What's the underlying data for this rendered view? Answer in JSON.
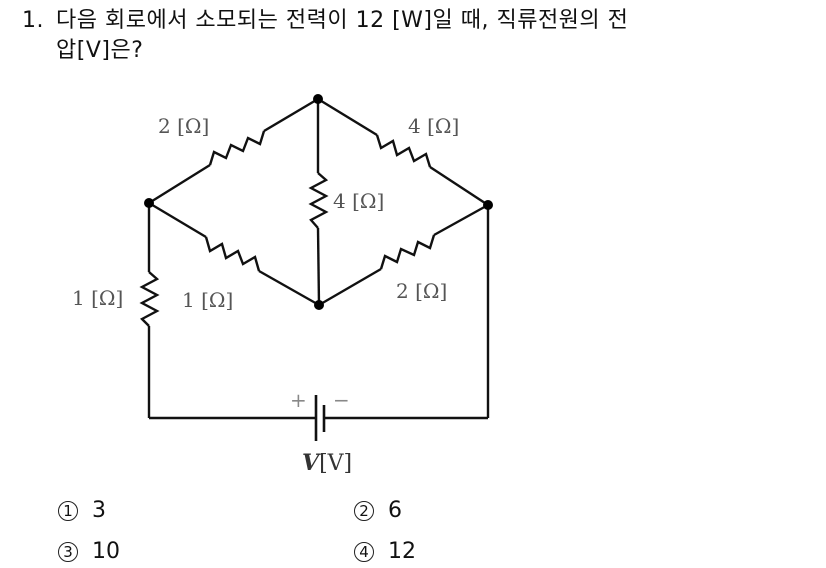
{
  "question": {
    "number": "1.",
    "line1": "다음 회로에서 소모되는 전력이 12 [W]일 때, 직류전원의 전",
    "line2": "압[V]은?"
  },
  "circuit": {
    "resistors": [
      {
        "id": "top-left",
        "label": "2 [Ω]",
        "value_ohm": 2
      },
      {
        "id": "top-right",
        "label": "4 [Ω]",
        "value_ohm": 4
      },
      {
        "id": "middle-vertical",
        "label": "4 [Ω]",
        "value_ohm": 4
      },
      {
        "id": "bottom-left",
        "label": "1 [Ω]",
        "value_ohm": 1
      },
      {
        "id": "bottom-right",
        "label": "2 [Ω]",
        "value_ohm": 2
      },
      {
        "id": "series-left",
        "label": "1 [Ω]",
        "value_ohm": 1
      }
    ],
    "source": {
      "plus": "+",
      "minus": "−",
      "label_var": "V",
      "label_unit": "[V]"
    }
  },
  "choices": [
    {
      "marker": "1",
      "value": "3"
    },
    {
      "marker": "2",
      "value": "6"
    },
    {
      "marker": "3",
      "value": "10"
    },
    {
      "marker": "4",
      "value": "12"
    }
  ]
}
